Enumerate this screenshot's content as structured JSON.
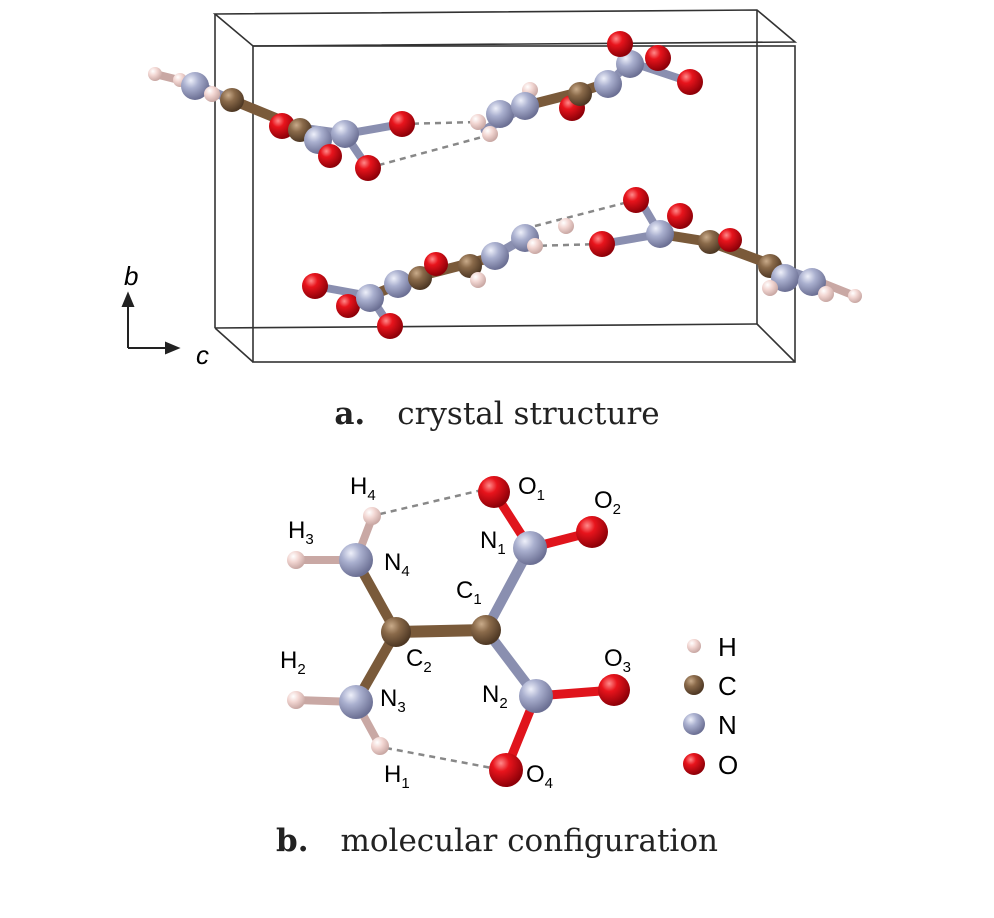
{
  "panel_a": {
    "letter": "a.",
    "caption": "crystal structure",
    "axis_b": "b",
    "axis_c": "c"
  },
  "panel_b": {
    "letter": "b.",
    "caption": "molecular configuration"
  },
  "atom_labels": [
    {
      "el": "H",
      "sub": "4"
    },
    {
      "el": "H",
      "sub": "3"
    },
    {
      "el": "N",
      "sub": "4"
    },
    {
      "el": "O",
      "sub": "1"
    },
    {
      "el": "O",
      "sub": "2"
    },
    {
      "el": "N",
      "sub": "1"
    },
    {
      "el": "C",
      "sub": "1"
    },
    {
      "el": "C",
      "sub": "2"
    },
    {
      "el": "H",
      "sub": "2"
    },
    {
      "el": "N",
      "sub": "3"
    },
    {
      "el": "N",
      "sub": "2"
    },
    {
      "el": "O",
      "sub": "3"
    },
    {
      "el": "H",
      "sub": "1"
    },
    {
      "el": "O",
      "sub": "4"
    }
  ],
  "legend": [
    {
      "label": "H",
      "color": "#f2d6d2"
    },
    {
      "label": "C",
      "color": "#8a6a4a"
    },
    {
      "label": "N",
      "color": "#aab0cf"
    },
    {
      "label": "O",
      "color": "#e0141c"
    }
  ],
  "colors": {
    "H": "#f2d6d2",
    "C": "#8a6a4a",
    "N": "#aab0cf",
    "O": "#e0141c",
    "bond": "#8a6a4a",
    "hbond": "#888888"
  }
}
